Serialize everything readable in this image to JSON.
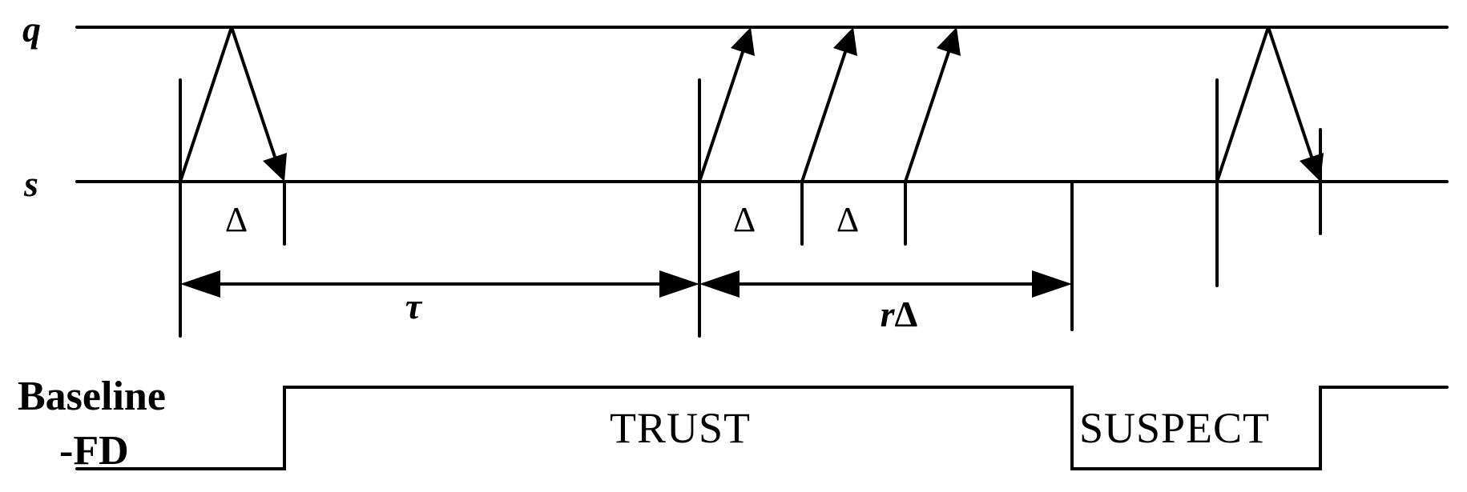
{
  "processes": {
    "q": "q",
    "s": "s"
  },
  "delta_symbol": "Δ",
  "spans": {
    "tau": "τ",
    "r_delta_r": "r",
    "r_delta_delta": "Δ"
  },
  "baseline_fd": {
    "line1": "Baseline",
    "line2": "-FD"
  },
  "states": {
    "trust": "TRUST",
    "suspect": "SUSPECT"
  }
}
